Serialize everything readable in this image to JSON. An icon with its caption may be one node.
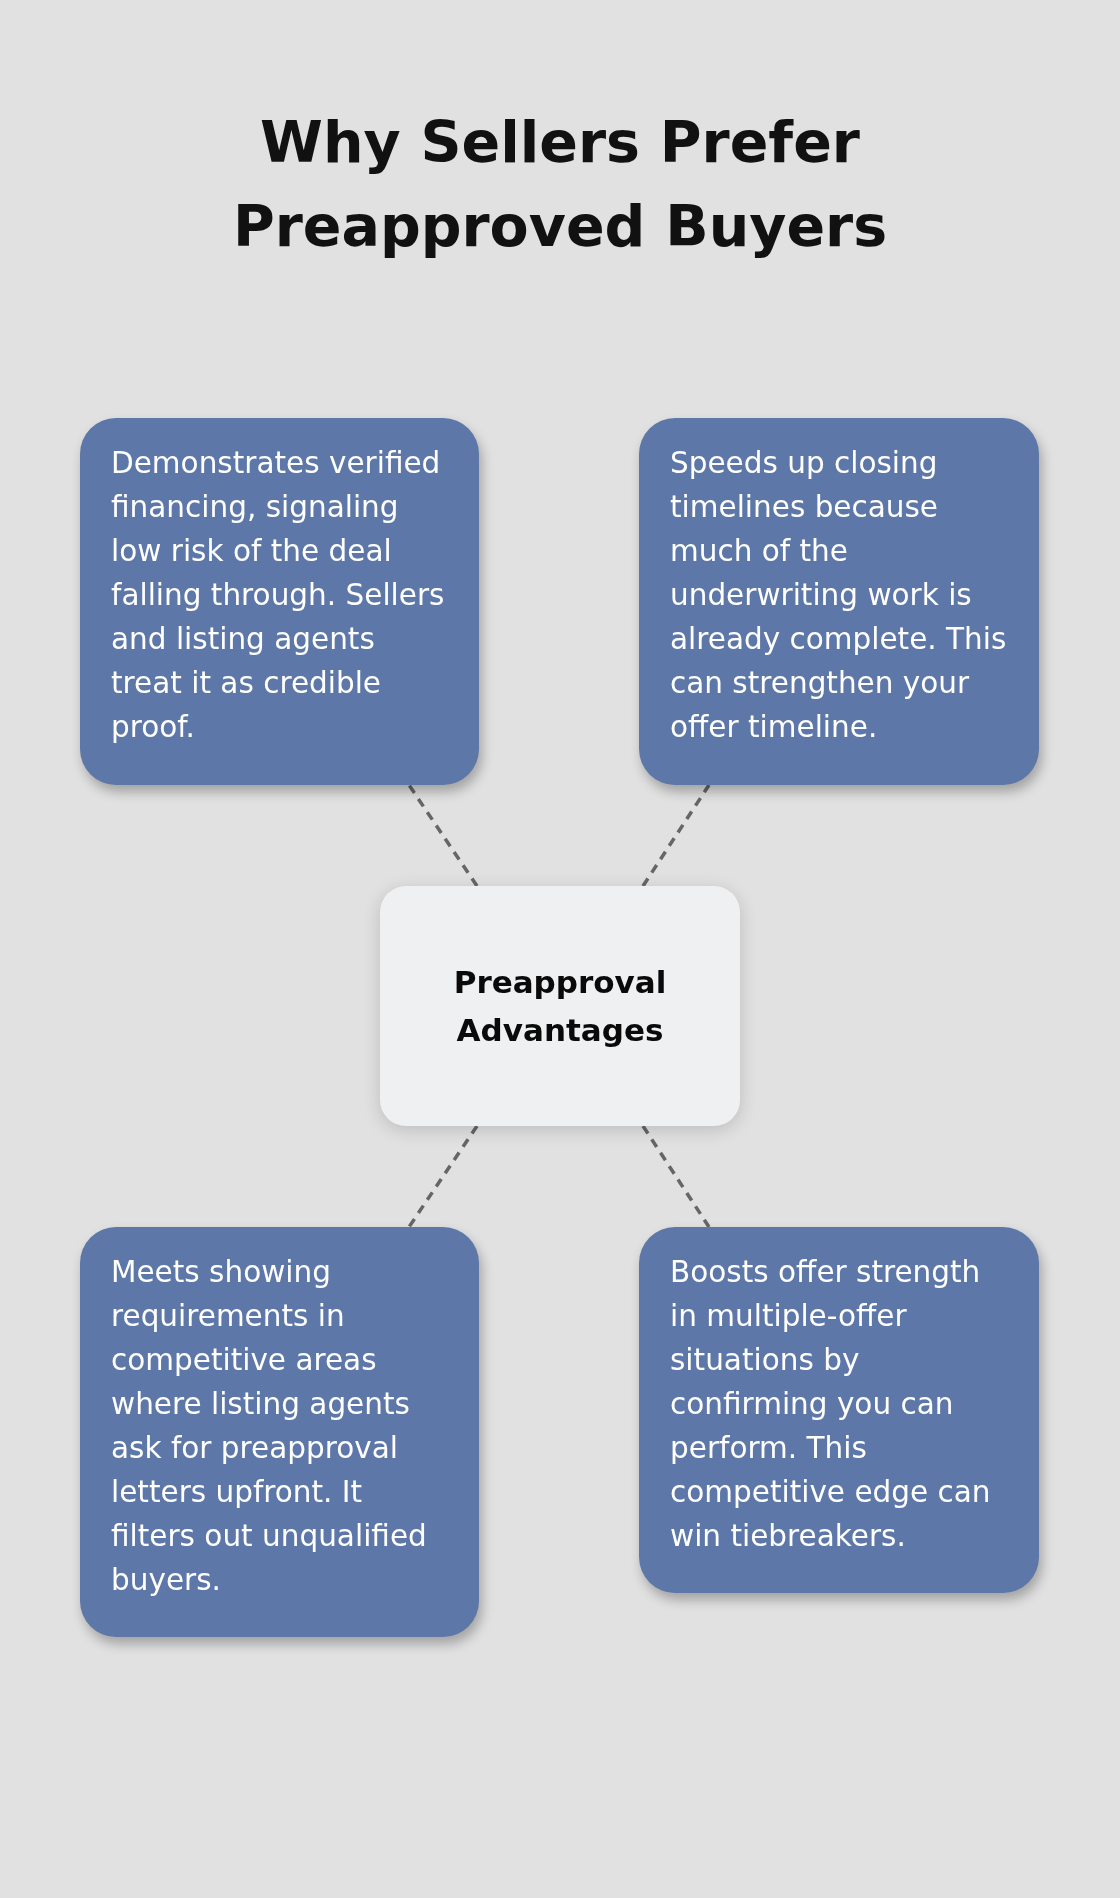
{
  "diagram": {
    "title": "Why Sellers Prefer Preapproved Buyers",
    "nodes": [
      {
        "text": [
          "Demonstrates verified financing, signaling low risk of the deal falling through. Sellers and listing agents treat it as credible proof."
        ]
      },
      {
        "text": [
          "Speeds up closing timelines because much of the underwriting work is already complete. This can strengthen your offer timeline."
        ]
      },
      {
        "text": [
          "Preapproval Advantages"
        ]
      },
      {
        "text": [
          "Meets showing requirements in competitive areas where listing agents ask for preapproval letters upfront. It filters out unqualified buyers."
        ]
      },
      {
        "text": [
          "Boosts offer strength in multiple-offer situations by confirming you can perform. This competitive edge can win tiebreakers."
        ]
      }
    ],
    "edges": [
      {
        "from": 2,
        "to": 0,
        "arrow": "none",
        "style": "dashed"
      },
      {
        "from": 2,
        "to": 1,
        "arrow": "none",
        "style": "dashed"
      },
      {
        "from": 2,
        "to": 3,
        "arrow": "none",
        "style": "dashed"
      },
      {
        "from": 2,
        "to": 4,
        "arrow": "none",
        "style": "dashed"
      }
    ]
  }
}
